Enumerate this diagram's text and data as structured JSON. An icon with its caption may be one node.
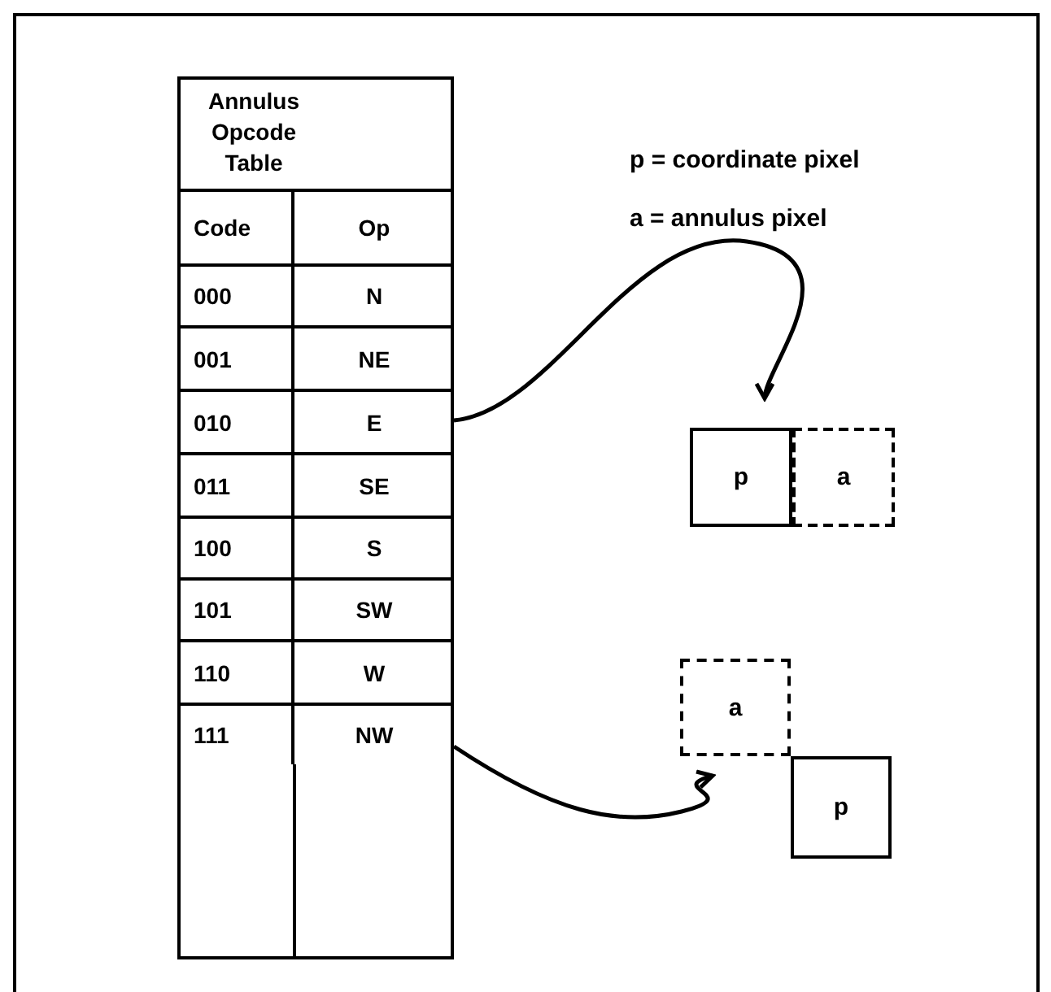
{
  "diagram": {
    "nodes": [
      {
        "text": [
          "Annulus Opcode Table"
        ]
      },
      {
        "text": [
          "Code"
        ],
        "in": 0
      },
      {
        "text": [
          "Op"
        ],
        "in": 0
      },
      {
        "text": [
          "000"
        ],
        "in": 0
      },
      {
        "text": [
          "N"
        ],
        "in": 0
      },
      {
        "text": [
          "001"
        ],
        "in": 0
      },
      {
        "text": [
          "NE"
        ],
        "in": 0
      },
      {
        "text": [
          "010"
        ],
        "in": 0
      },
      {
        "text": [
          "E"
        ],
        "in": 0
      },
      {
        "text": [
          "011"
        ],
        "in": 0
      },
      {
        "text": [
          "SE"
        ],
        "in": 0
      },
      {
        "text": [
          "100"
        ],
        "in": 0
      },
      {
        "text": [
          "S"
        ],
        "in": 0
      },
      {
        "text": [
          "101"
        ],
        "in": 0
      },
      {
        "text": [
          "SW"
        ],
        "in": 0
      },
      {
        "text": [
          "110"
        ],
        "in": 0
      },
      {
        "text": [
          "W"
        ],
        "in": 0
      },
      {
        "text": [
          "111"
        ],
        "in": 0
      },
      {
        "text": [
          "NW"
        ],
        "in": 0
      },
      {
        "text": [
          "p"
        ]
      },
      {
        "text": [
          "a"
        ]
      },
      {
        "text": [
          "a"
        ]
      },
      {
        "text": [
          "p"
        ]
      }
    ],
    "edges": [
      {
        "from": 8,
        "to": 19,
        "arrow": "to"
      },
      {
        "from": 18,
        "to": 21,
        "arrow": "to"
      }
    ],
    "labels": [
      "p = coordinate pixel",
      "a = annulus pixel"
    ]
  }
}
